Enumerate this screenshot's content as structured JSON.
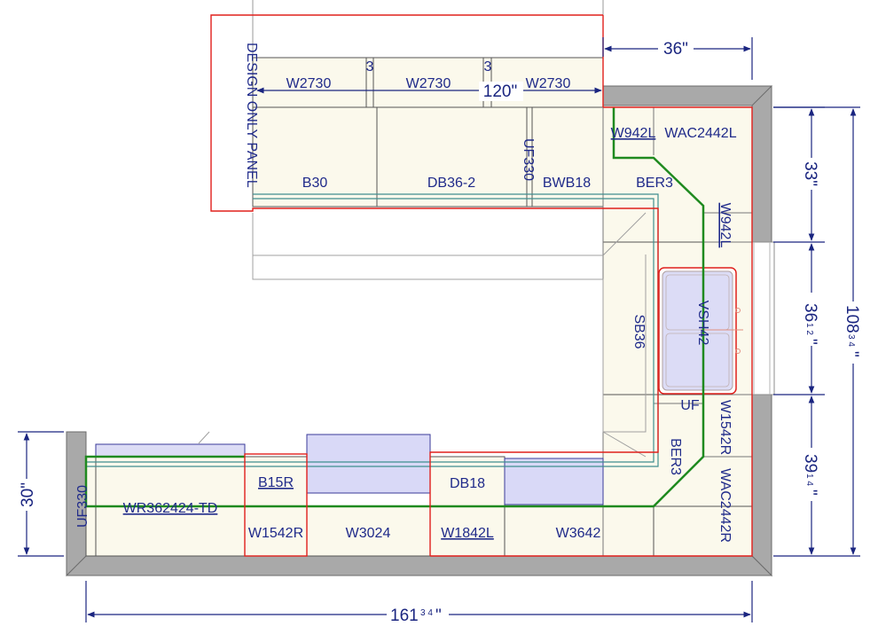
{
  "plan": {
    "panel_note": "DESIGN ONLY PANEL",
    "cabinets": {
      "w2730_a": "W2730",
      "w2730_b": "W2730",
      "w2730_c": "W2730",
      "filler_a": "3",
      "filler_b": "3",
      "b30": "B30",
      "db36": "DB36-2",
      "uf330_top": "UF330",
      "bwb18": "BWB18",
      "ber3_top": "BER3",
      "w942l_a": "W942L",
      "wac2442l": "WAC2442L",
      "w942l_b": "W942L",
      "sb36": "SB36",
      "vsh42": "VSH42",
      "uf_small": "UF",
      "w1542r_right": "W1542R",
      "wac2442r": "WAC2442R",
      "ber3_bottom": "BER3",
      "uf330_left": "UF330",
      "wr362424": "WR362424-TD",
      "b15r": "B15R",
      "w1542r_bottom": "W1542R",
      "w3024": "W3024",
      "db18": "DB18",
      "w1842l": "W1842L",
      "w3642": "W3642"
    },
    "dimensions": {
      "top_36": "36\"",
      "top_120": "120\"",
      "right_33": "33\"",
      "right_36_main": "36",
      "right_36_frac": "1 2",
      "right_39_main": "39",
      "right_39_frac": "1 4",
      "total_108_main": "108",
      "total_108_frac": "3 4",
      "left_30": "30\"",
      "bottom_161_main": "161",
      "bottom_161_frac": "3 4"
    }
  },
  "colors": {
    "cabinet_fill": "#fbf9ec",
    "wall_fill": "#a9a9a9",
    "red_outline": "#e0201c",
    "green_line": "#1f8a1f",
    "teal_line": "#3f8f8f",
    "sink_fill": "#dcdcf6",
    "label_blue": "#1f2a8a"
  }
}
